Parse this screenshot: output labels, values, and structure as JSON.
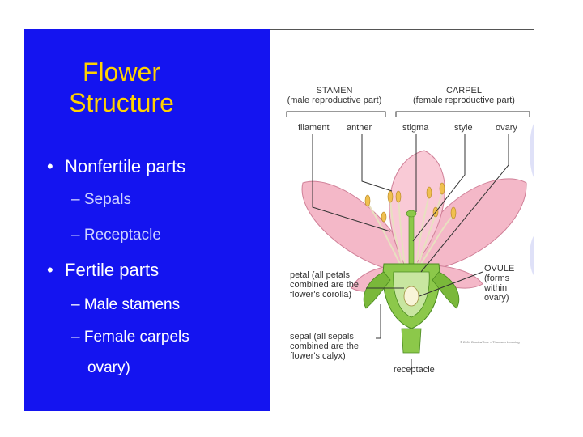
{
  "slide": {
    "title_line1": "Flower",
    "title_line2": "Structure",
    "bullets": [
      {
        "label": "Nonfertile parts",
        "subitems": [
          "Sepals",
          "Receptacle"
        ]
      },
      {
        "label": "Fertile parts",
        "subitems": [
          "Male stamens",
          "Female carpels",
          "ovary)"
        ]
      }
    ],
    "bullet_glyph": "•",
    "dash_glyph": "–"
  },
  "diagram": {
    "stamen_header": "STAMEN",
    "stamen_sub": "(male reproductive part)",
    "carpel_header": "CARPEL",
    "carpel_sub": "(female reproductive part)",
    "parts": {
      "filament": "filament",
      "anther": "anther",
      "stigma": "stigma",
      "style": "style",
      "ovary": "ovary",
      "ovule_l1": "OVULE",
      "ovule_l2": "(forms",
      "ovule_l3": "within",
      "ovule_l4": "ovary)",
      "petal_l1": "petal (all petals",
      "petal_l2": "combined are the",
      "petal_l3": "flower's corolla)",
      "sepal_l1": "sepal (all sepals",
      "sepal_l2": "combined are the",
      "sepal_l3": "flower's calyx)",
      "receptacle": "receptacle"
    },
    "credit": "© 2004 Brooks/Cole – Thomson Learning"
  },
  "colors": {
    "panel": "#1414f0",
    "title": "#ffd200",
    "petal": "#f4b8c8",
    "sepal": "#8cc84a",
    "stamen": "#e8e0c0",
    "anther": "#f0c050"
  }
}
